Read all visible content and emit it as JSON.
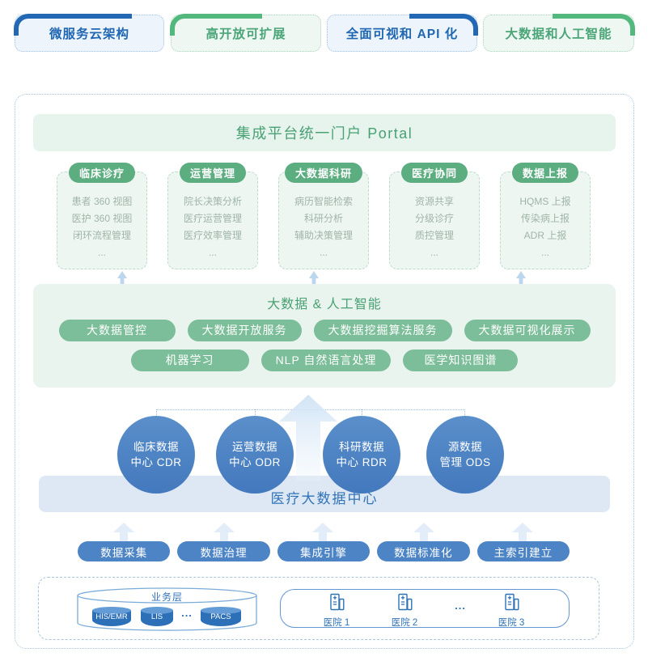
{
  "colors": {
    "blue_accent": "#2268b4",
    "green_accent": "#52b87e",
    "green_pill": "#5cad80",
    "ai_pill": "#7cbe99",
    "blue_pill": "#4d84c5",
    "bar_bg": "#dde8f4",
    "light_green_bg": "#e9f4ee",
    "text_green": "#49a173",
    "text_blue": "#3173b8"
  },
  "icons": {
    "double-arrow-icon": "up-down arrow",
    "up-arrow-icon": "up arrow",
    "big-up-arrow-icon": "large faded up arrow",
    "hospital-icon": "hospital building",
    "database-cylinder-icon": "database cylinder"
  },
  "top_tabs": [
    {
      "label": "微服务云架构"
    },
    {
      "label": "高开放可扩展"
    },
    {
      "label": "全面可视和 API 化"
    },
    {
      "label": "大数据和人工智能"
    }
  ],
  "portal": {
    "title": "集成平台统一门户 Portal"
  },
  "app_columns": [
    {
      "label": "临床诊疗",
      "items": [
        "患者 360 视图",
        "医护 360 视图",
        "闭环流程管理",
        "..."
      ]
    },
    {
      "label": "运营管理",
      "items": [
        "院长决策分析",
        "医疗运营管理",
        "医疗效率管理",
        "..."
      ]
    },
    {
      "label": "大数据科研",
      "items": [
        "病历智能检索",
        "科研分析",
        "辅助决策管理",
        "..."
      ]
    },
    {
      "label": "医疗协同",
      "items": [
        "资源共享",
        "分级诊疗",
        "质控管理",
        "..."
      ]
    },
    {
      "label": "数据上报",
      "items": [
        "HQMS 上报",
        "传染病上报",
        "ADR 上报",
        "..."
      ]
    }
  ],
  "ai_section": {
    "title": "大数据 & 人工智能",
    "row1": [
      "大数据管控",
      "大数据开放服务",
      "大数据挖掘算法服务",
      "大数据可视化展示"
    ],
    "row2": [
      "机器学习",
      "NLP 自然语言处理",
      "医学知识图谱"
    ]
  },
  "data_centers": [
    {
      "line1": "临床数据",
      "line2": "中心 CDR"
    },
    {
      "line1": "运营数据",
      "line2": "中心 ODR"
    },
    {
      "line1": "科研数据",
      "line2": "中心 RDR"
    },
    {
      "line1": "源数据",
      "line2": "管理 ODS"
    }
  ],
  "data_center_bar": {
    "title": "医疗大数据中心"
  },
  "process_pills": [
    "数据采集",
    "数据治理",
    "集成引擎",
    "数据标准化",
    "主索引建立"
  ],
  "business_layer": {
    "label": "业务层",
    "systems": [
      "HIS/EMR",
      "LIS",
      "PACS"
    ],
    "ellipsis": "..."
  },
  "hospitals": {
    "items": [
      "医院 1",
      "医院 2",
      "医院 3"
    ],
    "ellipsis": "..."
  }
}
